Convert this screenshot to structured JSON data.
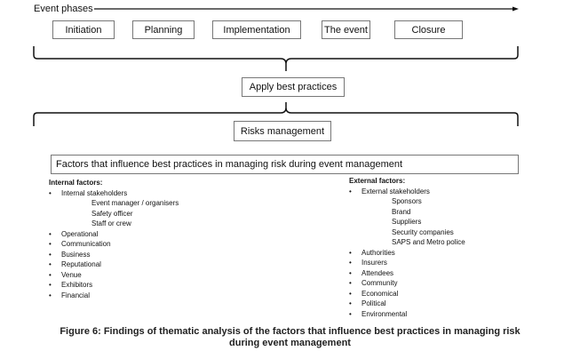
{
  "event_phases_label": "Event phases",
  "phases": [
    "Initiation",
    "Planning",
    "Implementation",
    "The event",
    "Closure"
  ],
  "apply_best_practices": "Apply best practices",
  "risks_management": "Risks management",
  "factors_title": "Factors that influence best practices in managing risk during event management",
  "internal": {
    "heading": "Internal factors:",
    "stakeholders": "Internal stakeholders",
    "sub": [
      "Event manager / organisers",
      "Safety officer",
      "Staff or crew"
    ],
    "items": [
      "Operational",
      "Communication",
      "Business",
      "Reputational",
      "Venue",
      "Exhibitors",
      "Financial"
    ]
  },
  "external": {
    "heading": "External factors:",
    "stakeholders": "External stakeholders",
    "sub": [
      "Sponsors",
      "Brand",
      "Suppliers",
      "Security companies",
      "SAPS and Metro police"
    ],
    "items": [
      "Authorities",
      "Insurers",
      "Attendees",
      "Community",
      "Economical",
      "Political",
      "Environmental"
    ]
  },
  "caption": {
    "line1": "Figure 6: Findings of thematic analysis of the factors that influence best practices in managing risk",
    "line2": "during event management"
  }
}
